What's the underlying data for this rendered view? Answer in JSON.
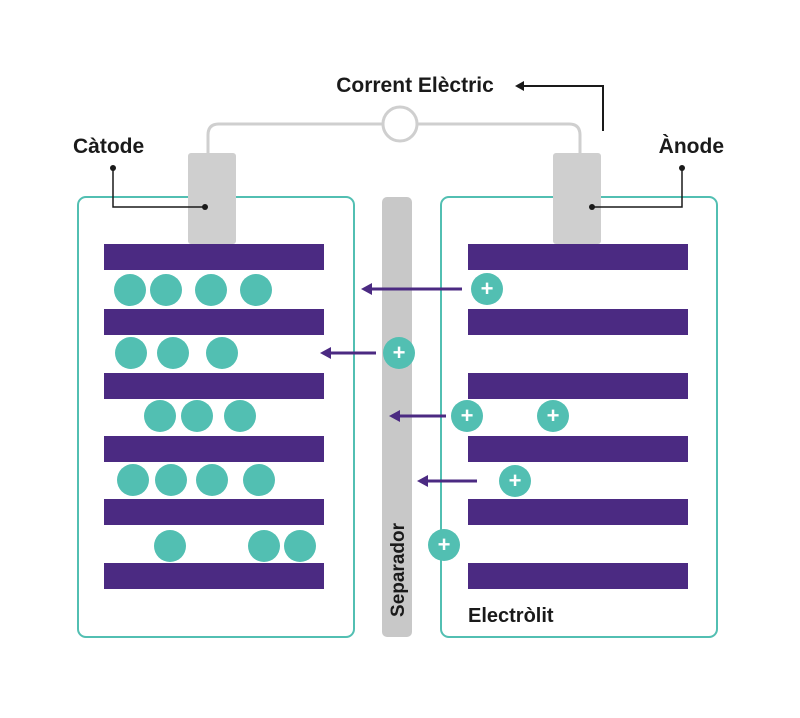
{
  "labels": {
    "current": "Corrent Elèctric",
    "cathode": "Càtode",
    "anode": "Ànode",
    "separator": "Separador",
    "electrolyte": "Electròlit"
  },
  "ion_symbol": "+",
  "colors": {
    "plate": "#4b2a82",
    "ion": "#52bfb2",
    "cell_border": "#52bfb2",
    "terminal": "#cfcfcf",
    "separator": "#c8c8c8",
    "arrow": "#4b2a82",
    "text": "#1a1a1a",
    "leader": "#1a1a1a"
  }
}
